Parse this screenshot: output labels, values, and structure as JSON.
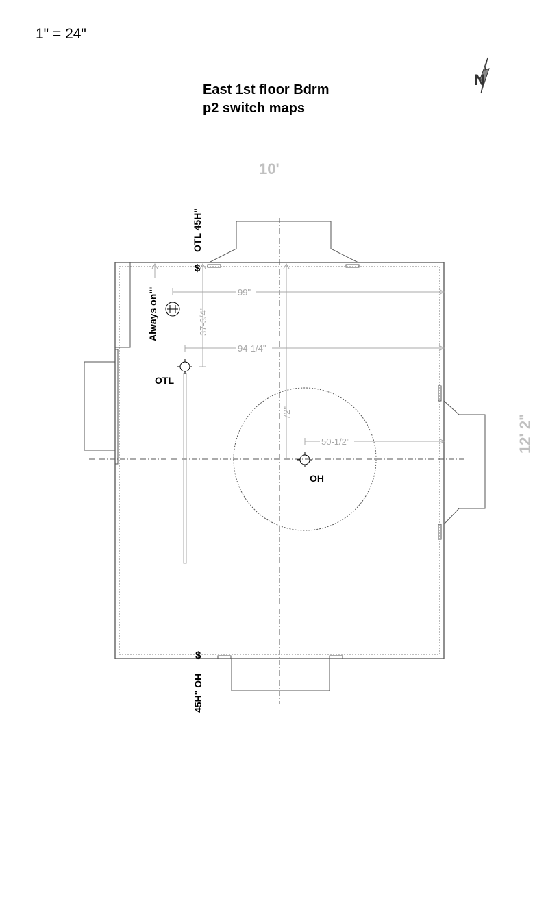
{
  "scale": "1\" = 24\"",
  "title": {
    "line1": "East 1st floor Bdrm",
    "line2": "p2 switch maps"
  },
  "room_width": "10'",
  "room_length": "12' 2\"",
  "north_arrow": "N",
  "labels": {
    "switch_top": "OTL  45H\"",
    "switch_bottom": "45H\"  OH",
    "switch_symbol": "$",
    "always_on": "Always on\"'",
    "otl": "OTL",
    "oh": "OH"
  },
  "dimensions": {
    "d99": "99\"",
    "d94": "94-1/4\"",
    "d37": "37-3/4\"",
    "d72": "72\"",
    "d50": "50-1/2\""
  },
  "colors": {
    "wall": "#555555",
    "dim": "#a8a8a8",
    "label_light": "#c0c0c0"
  }
}
